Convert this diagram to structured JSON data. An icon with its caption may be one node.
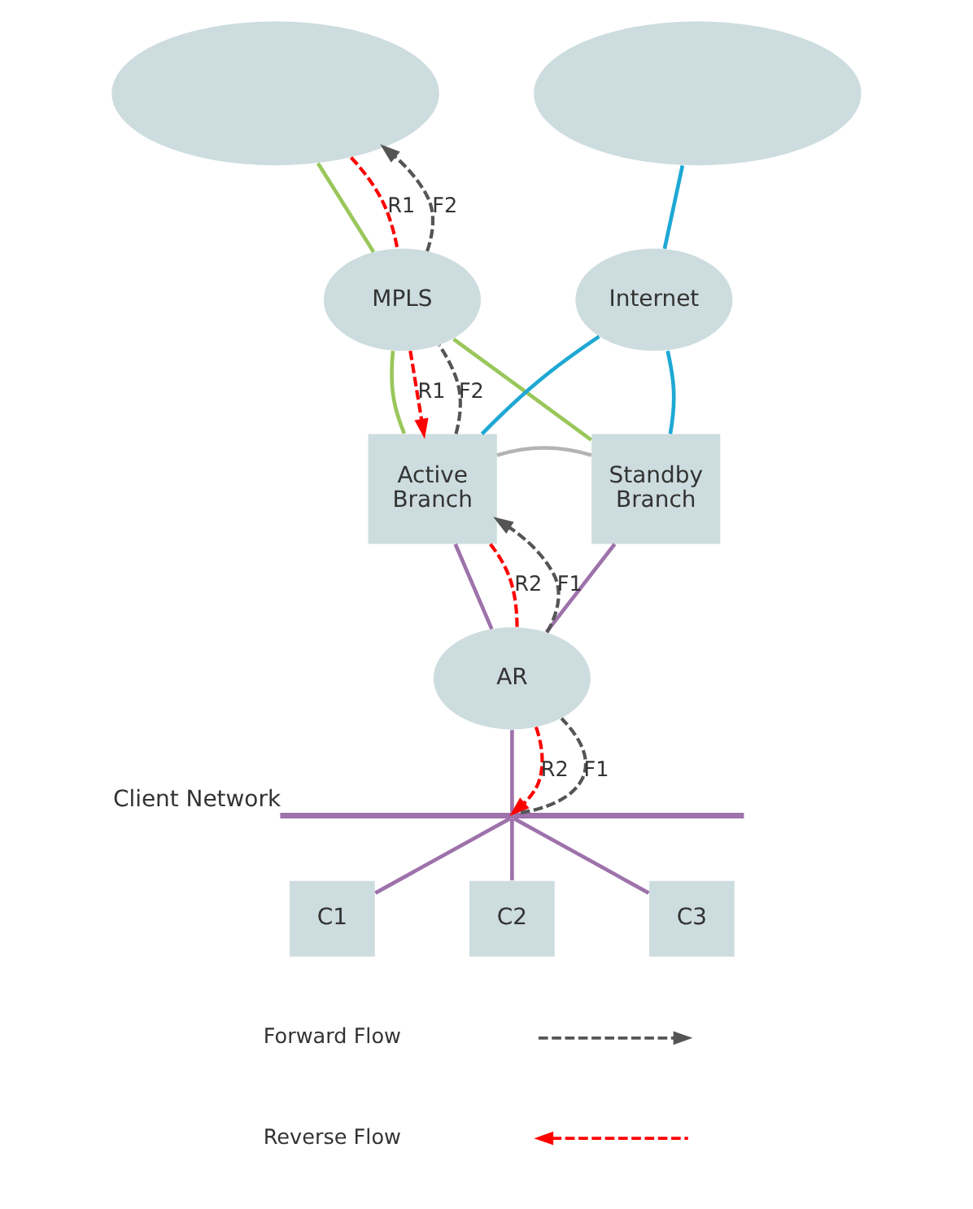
{
  "diagram": {
    "nodes": [
      {
        "text": [],
        "shape": "cloud"
      },
      {
        "text": [],
        "shape": "cloud"
      },
      {
        "text": [
          "MPLS"
        ]
      },
      {
        "text": [
          "Internet"
        ]
      },
      {
        "text": [
          "Active Branch"
        ]
      },
      {
        "text": [
          "Standby Branch"
        ]
      },
      {
        "text": [
          "AR"
        ]
      },
      {
        "text": [],
        "shape": "bar",
        "beside": [
          "Client Network"
        ]
      },
      {
        "text": [
          "C1"
        ]
      },
      {
        "text": [
          "C2"
        ]
      },
      {
        "text": [
          "C3"
        ]
      }
    ],
    "edges": [
      {
        "from": 0,
        "to": 2,
        "arrow": "none",
        "color": "#99c75a"
      },
      {
        "from": 1,
        "to": 3,
        "arrow": "none",
        "color": "#1ea8d4"
      },
      {
        "from": 2,
        "to": 4,
        "arrow": "none",
        "color": "#99c75a"
      },
      {
        "from": 2,
        "to": 5,
        "arrow": "none",
        "color": "#99c75a"
      },
      {
        "from": 3,
        "to": 4,
        "arrow": "none",
        "color": "#1ea8d4"
      },
      {
        "from": 3,
        "to": 5,
        "arrow": "none",
        "color": "#1ea8d4"
      },
      {
        "from": 4,
        "to": 5,
        "arrow": "none",
        "color": "#b4b4b4"
      },
      {
        "from": 4,
        "to": 6,
        "arrow": "none",
        "color": "#9e72ab"
      },
      {
        "from": 5,
        "to": 6,
        "arrow": "none",
        "color": "#9e72ab"
      },
      {
        "from": 6,
        "to": 7,
        "arrow": "none",
        "color": "#9e72ab"
      },
      {
        "from": 7,
        "to": 8,
        "arrow": "none",
        "color": "#9e72ab"
      },
      {
        "from": 7,
        "to": 9,
        "arrow": "none",
        "color": "#9e72ab"
      },
      {
        "from": 7,
        "to": 10,
        "arrow": "none",
        "color": "#9e72ab"
      },
      {
        "from": 0,
        "to": 2,
        "arrow": "none",
        "label": "R1",
        "style": "dashed",
        "color": "#ff0000"
      },
      {
        "from": 2,
        "to": 4,
        "arrow": "to",
        "label": "R1",
        "style": "dashed",
        "color": "#ff0000"
      },
      {
        "from": 4,
        "to": 2,
        "arrow": "none",
        "label": "F2",
        "style": "dashed",
        "color": "#555555"
      },
      {
        "from": 2,
        "to": 0,
        "arrow": "to",
        "label": "F2",
        "style": "dashed",
        "color": "#555555"
      },
      {
        "from": 4,
        "to": 6,
        "arrow": "none",
        "label": "R2",
        "style": "dashed",
        "color": "#ff0000"
      },
      {
        "from": 6,
        "to": 7,
        "arrow": "to",
        "label": "R2",
        "style": "dashed",
        "color": "#ff0000"
      },
      {
        "from": 7,
        "to": 6,
        "arrow": "none",
        "label": "F1",
        "style": "dashed",
        "color": "#555555"
      },
      {
        "from": 6,
        "to": 4,
        "arrow": "to",
        "label": "F1",
        "style": "dashed",
        "color": "#555555"
      }
    ],
    "legend": [
      {
        "text": "Forward Flow"
      },
      {
        "text": "Reverse Flow"
      }
    ]
  }
}
